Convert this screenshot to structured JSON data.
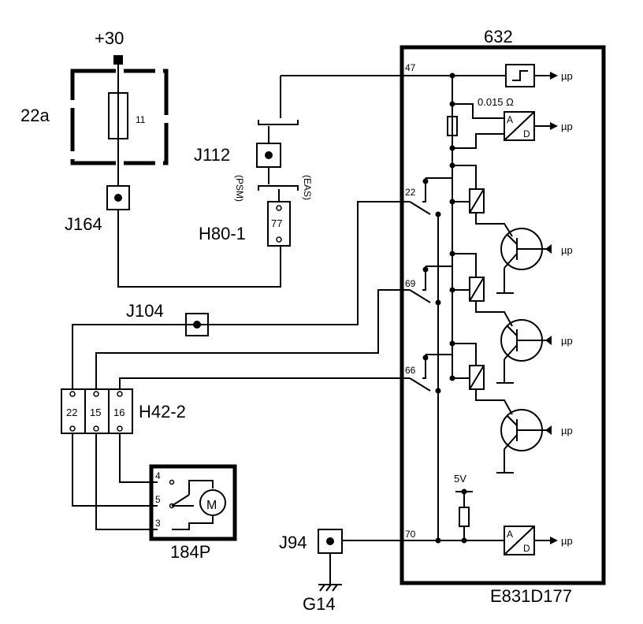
{
  "labels": {
    "supply": "+30",
    "fuse_box": "22a",
    "fuse_number": "11",
    "j164": "J164",
    "j112": "J112",
    "psm": "(PSM)",
    "eas": "(EAS)",
    "h80": "H80-1",
    "h80_pin": "77",
    "j104": "J104",
    "h42": "H42-2",
    "h42_pins": [
      "22",
      "15",
      "16"
    ],
    "motor_unit": "184P",
    "motor": "M",
    "motor_pins": [
      "4",
      "5",
      "3"
    ],
    "j94": "J94",
    "ground": "G14",
    "module": "632",
    "resistor": "0.015 Ω",
    "supply_5v": "5V",
    "ref": "E831D177",
    "pin_47": "47",
    "pin_22": "22",
    "pin_69": "69",
    "pin_66": "66",
    "pin_70": "70",
    "ad_a": "A",
    "ad_d": "D",
    "mu_p": "µp"
  }
}
